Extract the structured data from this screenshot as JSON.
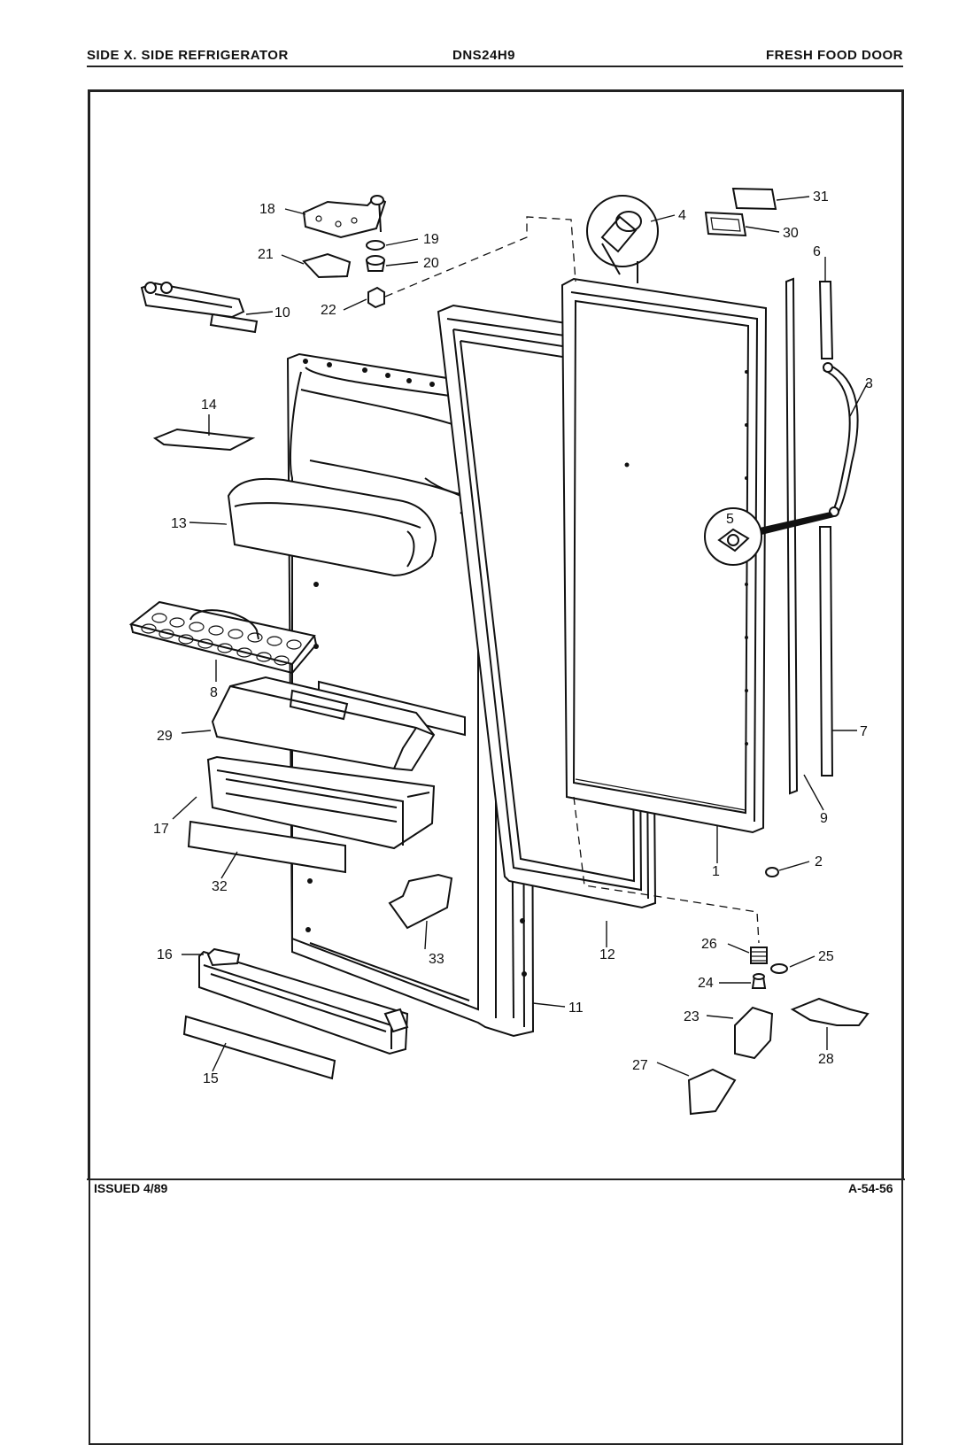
{
  "header": {
    "left": "SIDE X. SIDE REFRIGERATOR",
    "center": "DNS24H9",
    "right": "FRESH FOOD DOOR"
  },
  "footer": {
    "issued": "ISSUED 4/89",
    "code": "A-54-56"
  },
  "callouts": [
    "1",
    "2",
    "3",
    "4",
    "5",
    "6",
    "7",
    "8",
    "9",
    "10",
    "11",
    "12",
    "13",
    "14",
    "15",
    "16",
    "17",
    "18",
    "19",
    "20",
    "21",
    "22",
    "23",
    "24",
    "25",
    "26",
    "27",
    "28",
    "29",
    "30",
    "31",
    "32",
    "33"
  ]
}
